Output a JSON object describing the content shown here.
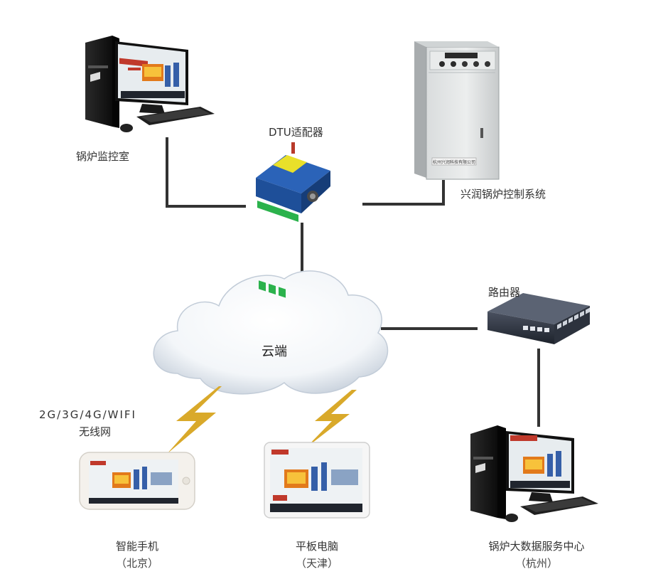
{
  "labels": {
    "monitor_room": "锅炉监控室",
    "dtu": "DTU适配器",
    "control_system": "兴润锅炉控制系统",
    "cloud": "云端",
    "router": "路由器",
    "wireless_line1": "2G/3G/4G/WIFI",
    "wireless_line2": "无线网",
    "phone": "智能手机",
    "phone_city": "（北京）",
    "tablet": "平板电脑",
    "tablet_city": "（天津）",
    "datacenter": "锅炉大数据服务中心",
    "datacenter_city": "（杭州）"
  },
  "cabinet_plate": "杭州兴润科技有限公司",
  "screen_title": "工程监控",
  "colors": {
    "line": "#333333",
    "lightning": "#d9a92a",
    "cloud_shadow": "#c9d3df",
    "dtu_blue": "#2b63b8",
    "dtu_green": "#2bb24c",
    "screen_red": "#c0392b"
  }
}
